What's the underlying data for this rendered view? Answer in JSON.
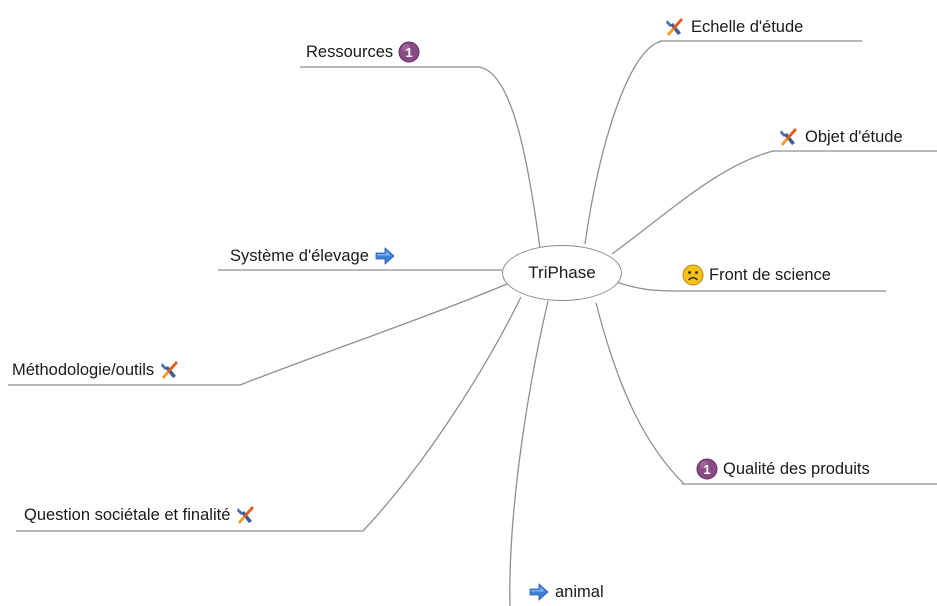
{
  "center": {
    "label": "TriPhase"
  },
  "branches": {
    "ressources": {
      "label": "Ressources",
      "icon": "priority-1-icon"
    },
    "echelle": {
      "label": "Echelle d'étude",
      "icon": "tools-icon"
    },
    "objet": {
      "label": "Objet d'étude",
      "icon": "tools-icon"
    },
    "systeme": {
      "label": "Système d'élevage",
      "icon": "arrow-right-icon"
    },
    "front": {
      "label": "Front de science",
      "icon": "sad-face-icon"
    },
    "methodologie": {
      "label": "Méthodologie/outils",
      "icon": "tools-icon"
    },
    "qualite": {
      "label": "Qualité des produits",
      "icon": "priority-1-icon"
    },
    "question": {
      "label": "Question sociétale et finalité",
      "icon": "tools-icon"
    },
    "animal": {
      "label": "animal",
      "icon": "arrow-right-icon"
    }
  },
  "colors": {
    "link": "#8f8f8f",
    "priority": "#8a4a86",
    "arrow": "#3f7fd8",
    "face": "#f2c21b"
  }
}
